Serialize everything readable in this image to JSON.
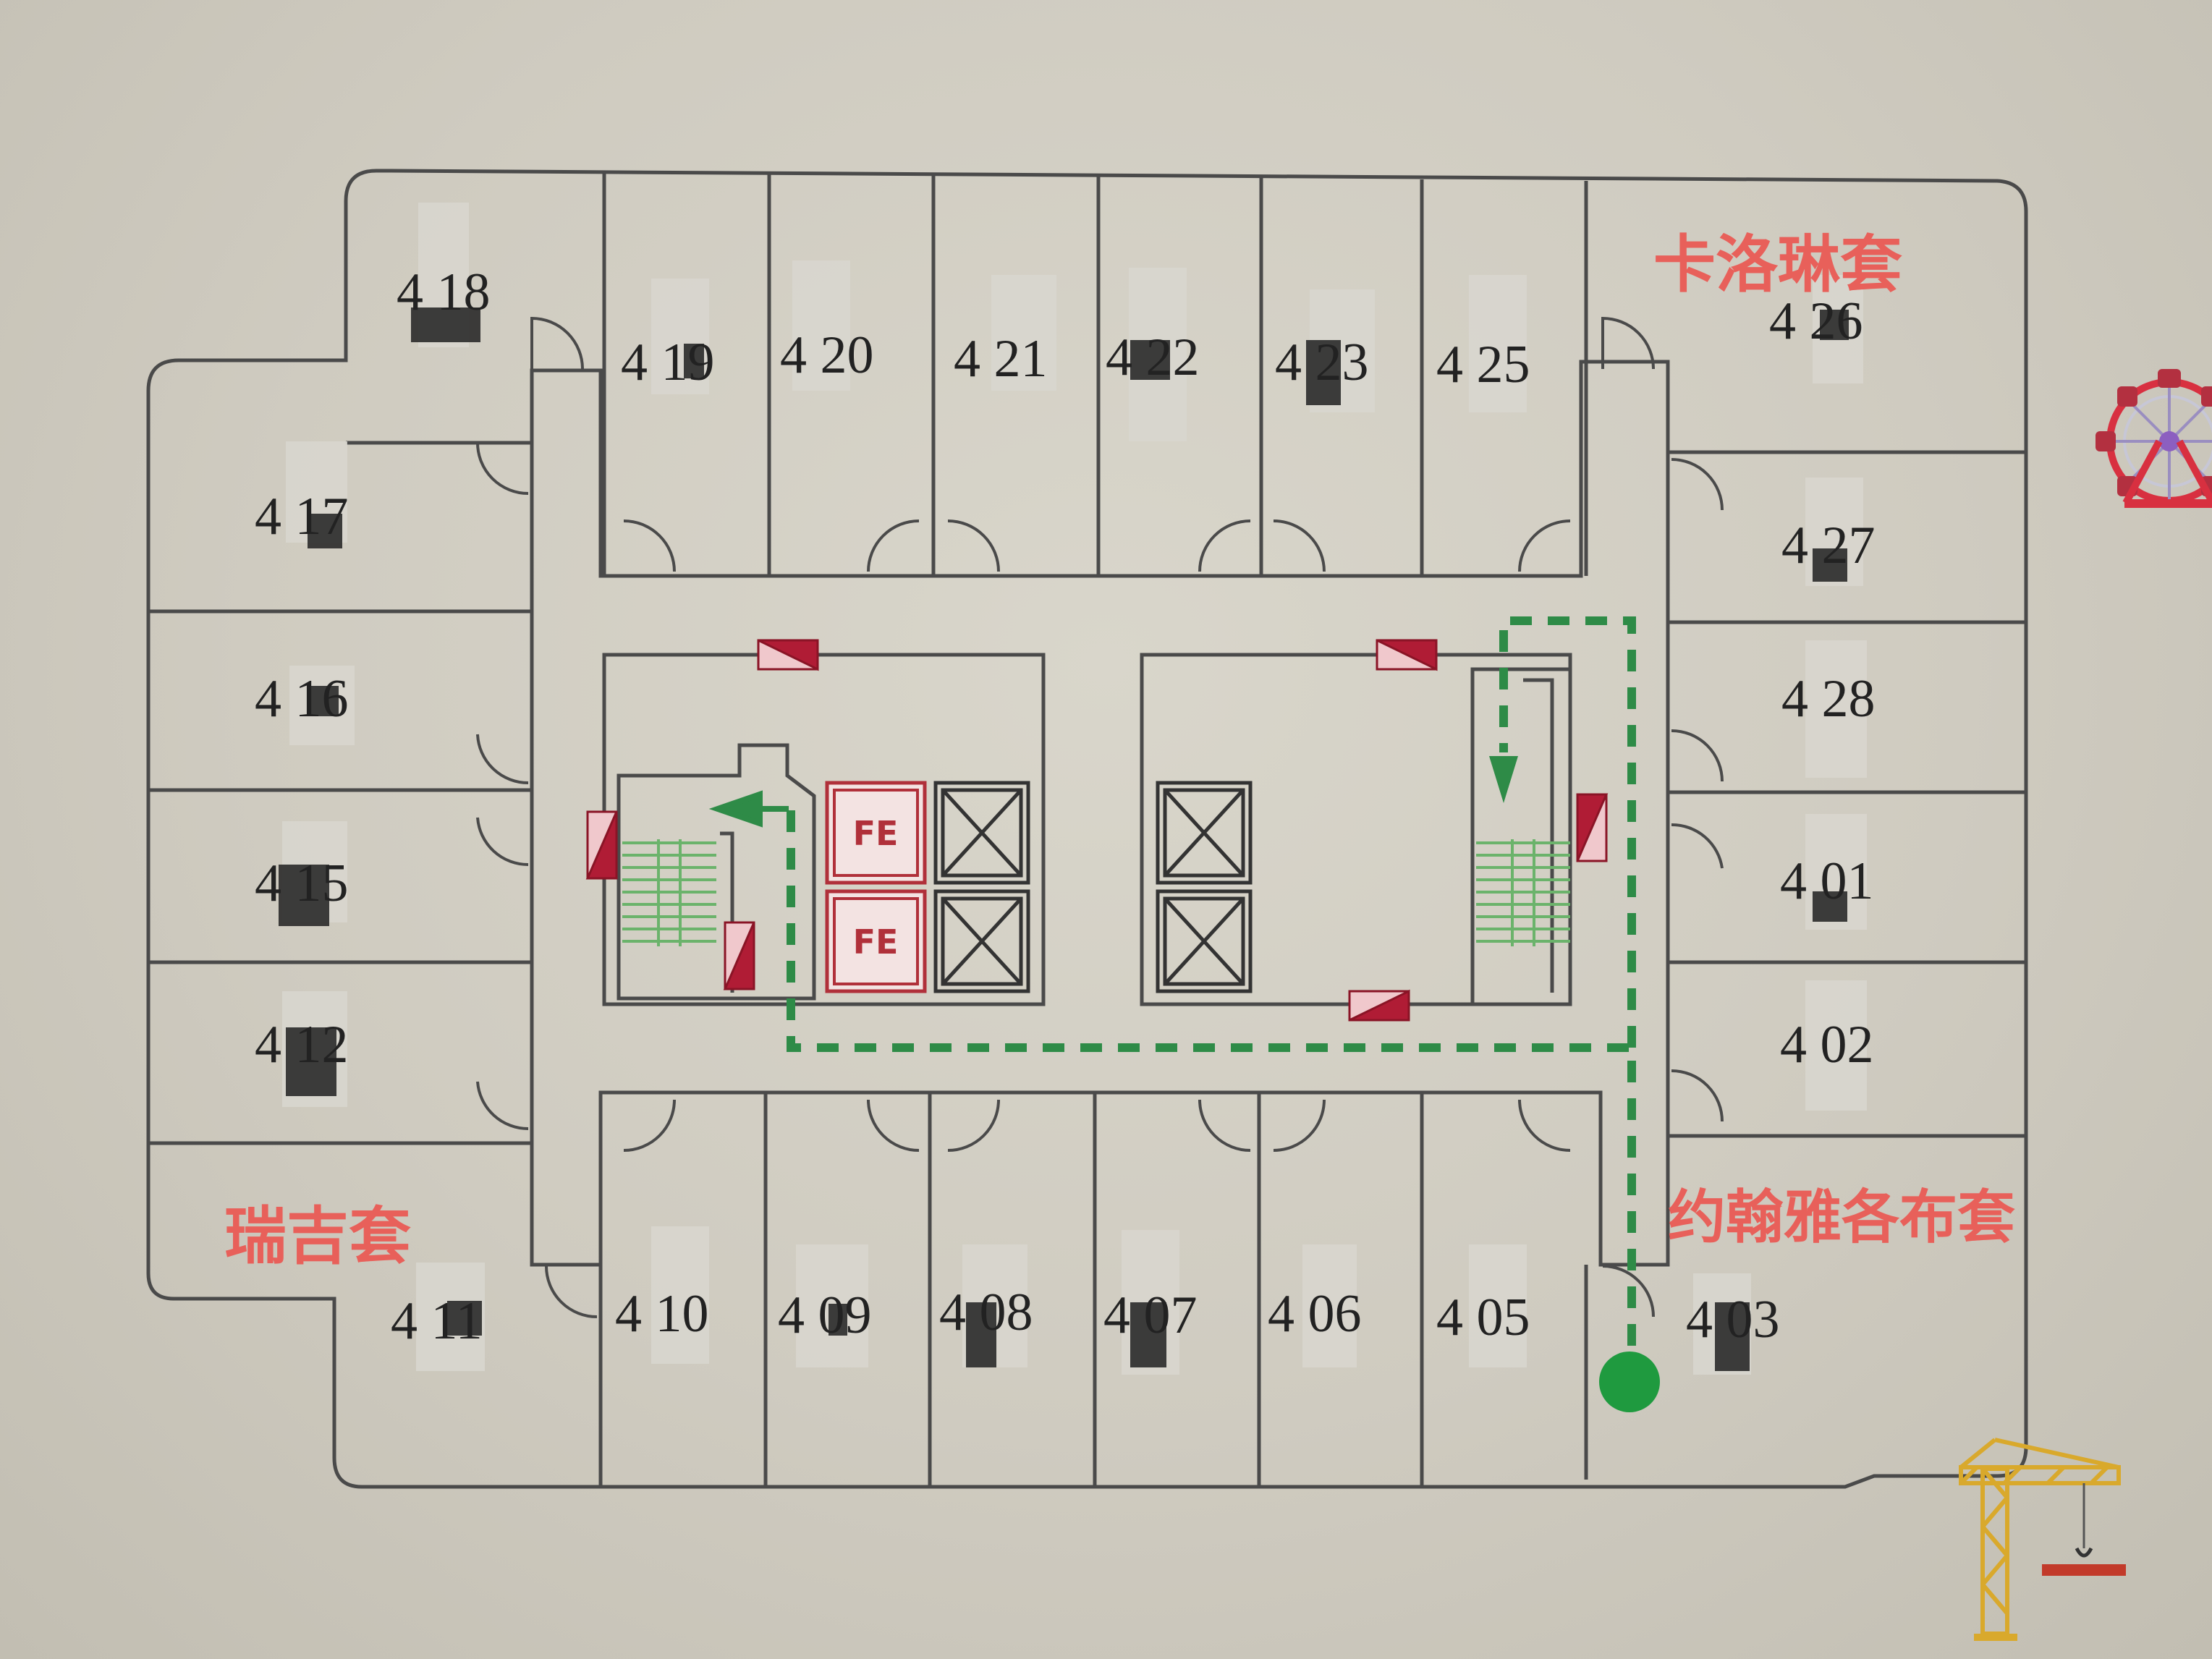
{
  "rooms": {
    "r18": "4 18",
    "r19": "4 19",
    "r20": "4 20",
    "r21": "4 21",
    "r22": "4 22",
    "r23": "4 23",
    "r25": "4 25",
    "r26": "4 26",
    "r27": "4 27",
    "r28": "4 28",
    "r01": "4 01",
    "r02": "4 02",
    "r17": "4 17",
    "r16": "4 16",
    "r15": "4 15",
    "r12": "4 12",
    "r11": "4 11",
    "r10": "4 10",
    "r09": "4 09",
    "r08": "4 08",
    "r07": "4 07",
    "r06": "4 06",
    "r05": "4 05",
    "r03": "4 03"
  },
  "suites": {
    "caroline": "卡洛琳套",
    "ruiji": "瑞吉套",
    "johnyageb": "约翰雅各布套"
  },
  "equipment": {
    "fe_label": "FE"
  },
  "colors": {
    "suite_text": "#e8605a",
    "exit_route": "#2e8b47",
    "stair": "#6bb36b",
    "alarm": "#b01c35",
    "wall": "#4a4a4a"
  },
  "icons": [
    "ferris-wheel-icon",
    "construction-crane-icon",
    "you-are-here-marker",
    "fire-extinguisher-icon",
    "elevator-icon",
    "fire-alarm-icon",
    "stairs-icon",
    "exit-arrow-icon"
  ]
}
